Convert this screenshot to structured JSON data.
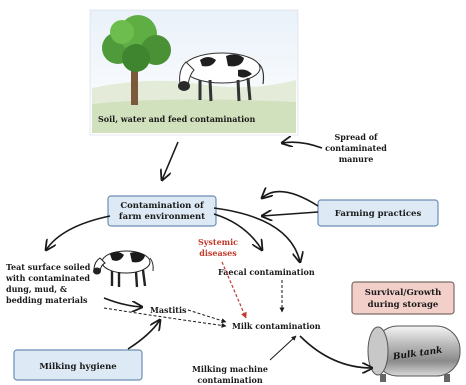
{
  "scene": {
    "caption": "Soil, water and feed contamination"
  },
  "boxes": {
    "farm_env_line1": "Contamination of",
    "farm_env_line2": "farm environment",
    "farming_practices": "Farming practices",
    "milking_hygiene": "Milking hygiene",
    "storage_line1": "Survival/Growth",
    "storage_line2": "during storage"
  },
  "labels": {
    "manure_line1": "Spread of",
    "manure_line2": "contaminated",
    "manure_line3": "manure",
    "teat_line1": "Teat surface soiled",
    "teat_line2": "with contaminated",
    "teat_line3": "dung, mud, &",
    "teat_line4": "bedding materials",
    "systemic_line1": "Systemic",
    "systemic_line2": "diseases",
    "faecal": "Faecal contamination",
    "mastitis": "Mastitis",
    "milk": "Milk contamination",
    "machine_line1": "Milking machine",
    "machine_line2": "contamination",
    "tank": "Bulk tank"
  },
  "colors": {
    "box_fill": "#dde9f4",
    "box_stroke": "#6b8fb3",
    "storage_fill": "#f2cfc9",
    "arrow": "#1a1a1a",
    "red": "#c0392b"
  },
  "icons": [
    "tree-icon",
    "cow-icon",
    "bulk-tank-icon"
  ]
}
